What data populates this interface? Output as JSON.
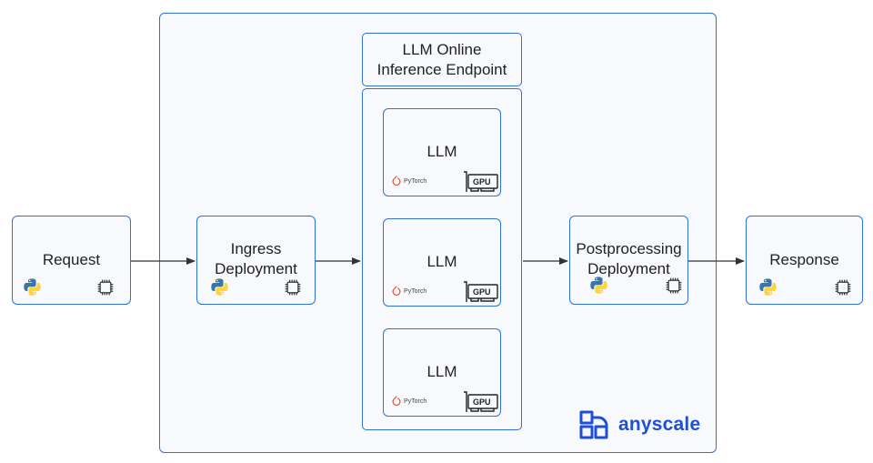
{
  "diagram": {
    "nodes": {
      "request": "Request",
      "ingress": [
        "Ingress",
        "Deployment"
      ],
      "endpoint_title": [
        "LLM Online",
        "Inference Endpoint"
      ],
      "llm": [
        "LLM",
        "LLM",
        "LLM"
      ],
      "postprocessing": [
        "Postprocessing",
        "Deployment"
      ],
      "response": "Response"
    },
    "chip_labels": {
      "cpu": "CPU",
      "gpu": "GPU"
    },
    "framework_label": "PyTorch",
    "brand": "anyscale",
    "icons": [
      "python-icon",
      "cpu-chip-icon",
      "gpu-card-icon",
      "pytorch-icon",
      "anyscale-logo-icon"
    ],
    "colors": {
      "border": "#2f72d8",
      "box_fill": "#f7f9fc",
      "arrow": "#333333",
      "brand": "#1f4fd6",
      "pytorch": "#ee4c2c",
      "python_blue": "#3776ab",
      "python_yellow": "#ffd43b"
    }
  }
}
